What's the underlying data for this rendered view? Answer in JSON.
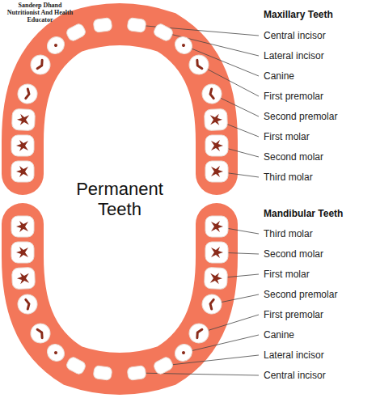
{
  "diagram": {
    "title": "Permanent Teeth",
    "labels": [
      "Sandeep Dhand Nutritionist And Health Educator",
      "Maxillary Teeth",
      "Central incisor",
      "Lateral incisor",
      "Canine",
      "First premolar",
      "Second premolar",
      "First molar",
      "Second molar",
      "Third molar",
      "Mandibular Teeth",
      "Third molar",
      "Second molar",
      "First molar",
      "Second premolar",
      "First premolar",
      "Canine",
      "Lateral incisor",
      "Central incisor"
    ]
  }
}
